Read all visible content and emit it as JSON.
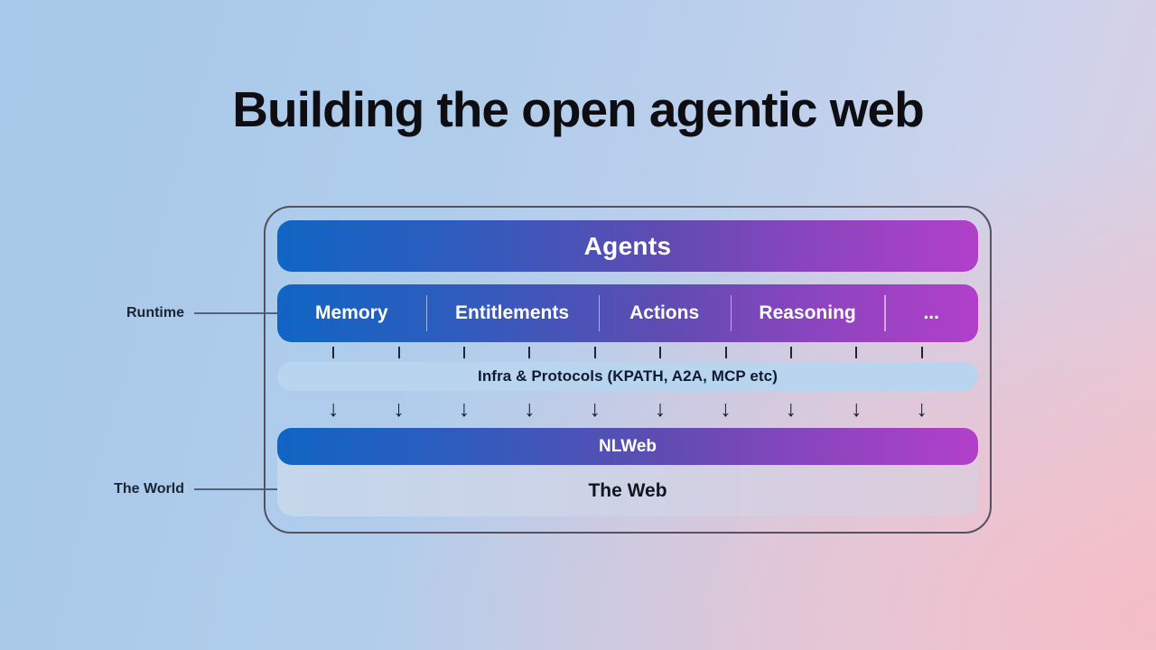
{
  "title": "Building the open agentic web",
  "labels": {
    "runtime": "Runtime",
    "world": "The World"
  },
  "diagram": {
    "agents": "Agents",
    "runtime_items": [
      "Memory",
      "Entitlements",
      "Actions",
      "Reasoning",
      "..."
    ],
    "infra": "Infra & Protocols (KPATH, A2A, MCP etc)",
    "nlweb": "NLWeb",
    "web": "The Web",
    "arrow_glyph": "↓",
    "tick_count": 10,
    "arrow_count": 10
  },
  "colors": {
    "bar_gradient_start": "#1065c4",
    "bar_gradient_end": "#b23fca",
    "infra_bg": "#b9d4ee",
    "background_blue": "#a8c9e9",
    "background_pink": "#f6bdc6",
    "frame_border": "#56505f",
    "text_dark": "#10161f"
  }
}
